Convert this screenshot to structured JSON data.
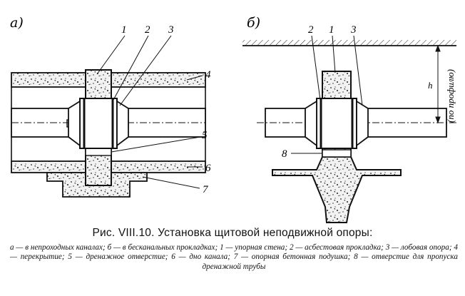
{
  "panels": {
    "a": "а)",
    "b": "б)"
  },
  "labels_a": {
    "n1": "1",
    "n2": "2",
    "n3": "3",
    "n4": "4",
    "n5": "5",
    "n6": "6",
    "n7": "7"
  },
  "labels_b": {
    "n2": "2",
    "n1": "1",
    "n3": "3",
    "n8": "8"
  },
  "depth_symbol": "h",
  "depth_note": "(по профилю)",
  "caption": {
    "title": "Рис. VIII.10. Установка щитовой неподвижной опоры:",
    "legend": "а — в непроходных каналах; б — в бесканальных прокладках; 1 — упорная стена; 2 — асбестовая прокладка; 3 — лобовая опора; 4 — перекрытие; 5 — дренажное отверстие; 6 — дно канала; 7 — опорная бетонная подушка; 8 — отверстие для пропуска дренажной трубы"
  }
}
